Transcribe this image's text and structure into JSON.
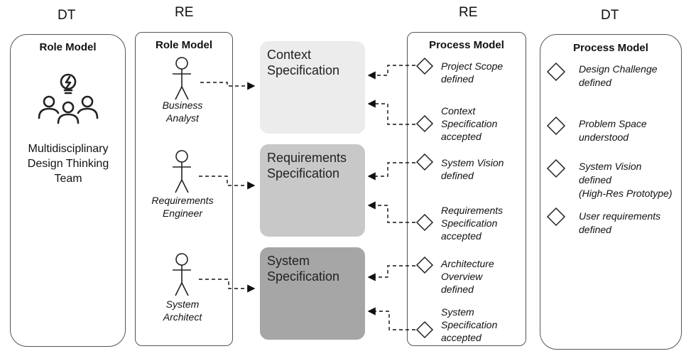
{
  "headers": {
    "dt_left": "DT",
    "re_left": "RE",
    "re_right": "RE",
    "dt_right": "DT"
  },
  "dt_role_model": {
    "title": "Role Model",
    "team": [
      "Multidisciplinary",
      "Design Thinking",
      "Team"
    ],
    "icon": "team-idea-icon"
  },
  "re_role_model": {
    "title": "Role Model",
    "actors": [
      {
        "lines": [
          "Business",
          "Analyst"
        ]
      },
      {
        "lines": [
          "Requirements",
          "Engineer"
        ]
      },
      {
        "lines": [
          "System",
          "Architect"
        ]
      }
    ]
  },
  "specifications": [
    {
      "lines": [
        "Context",
        "Specification"
      ],
      "color": "#ececec"
    },
    {
      "lines": [
        "Requirements",
        "Specification"
      ],
      "color": "#c8c8c8"
    },
    {
      "lines": [
        "System",
        "Specification"
      ],
      "color": "#a6a6a6"
    }
  ],
  "re_process_model": {
    "title": "Process Model",
    "milestones": [
      {
        "lines": [
          "Project Scope",
          "defined"
        ]
      },
      {
        "lines": [
          "Context",
          "Specification",
          "accepted"
        ]
      },
      {
        "lines": [
          "System Vision",
          "defined"
        ]
      },
      {
        "lines": [
          "Requirements",
          "Specification",
          "accepted"
        ]
      },
      {
        "lines": [
          "Architecture",
          "Overview",
          "defined"
        ]
      },
      {
        "lines": [
          "System",
          "Specification",
          "accepted"
        ]
      }
    ]
  },
  "dt_process_model": {
    "title": "Process Model",
    "milestones": [
      {
        "lines": [
          "Design Challenge",
          "defined"
        ]
      },
      {
        "lines": [
          "Problem Space",
          "understood"
        ]
      },
      {
        "lines": [
          "System Vision",
          "defined",
          "(High-Res Prototype)"
        ]
      },
      {
        "lines": [
          "User requirements",
          "defined"
        ]
      }
    ]
  }
}
